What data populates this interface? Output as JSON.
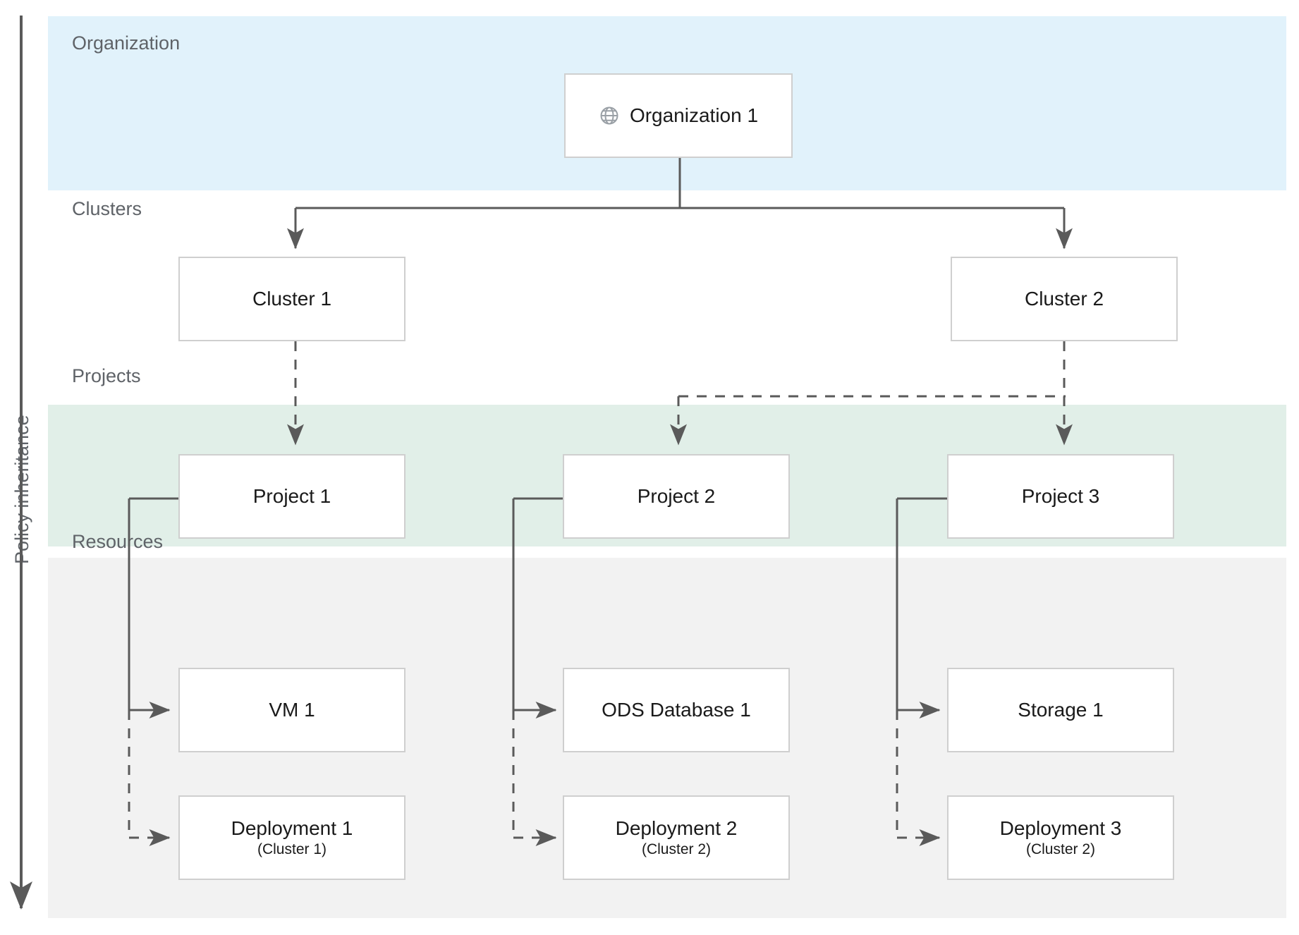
{
  "axis": {
    "label": "Policy inheritance",
    "arrow_direction": "down",
    "icon": "down-arrow-icon"
  },
  "bands": [
    {
      "key": "organization",
      "label": "Organization",
      "color": "#e1f2fb"
    },
    {
      "key": "clusters",
      "label": "Clusters",
      "color": "#ffffff"
    },
    {
      "key": "projects",
      "label": "Projects",
      "color": "#e1efe8"
    },
    {
      "key": "resources",
      "label": "Resources",
      "color": "#f2f2f2"
    }
  ],
  "nodes": {
    "organization": {
      "title": "Organization 1",
      "icon": "globe-icon"
    },
    "cluster1": {
      "title": "Cluster 1"
    },
    "cluster2": {
      "title": "Cluster 2"
    },
    "project1": {
      "title": "Project 1"
    },
    "project2": {
      "title": "Project 2"
    },
    "project3": {
      "title": "Project 3"
    },
    "vm1": {
      "title": "VM 1"
    },
    "ods1": {
      "title": "ODS Database 1"
    },
    "storage1": {
      "title": "Storage 1"
    },
    "deployment1": {
      "title": "Deployment 1",
      "sub": "(Cluster 1)"
    },
    "deployment2": {
      "title": "Deployment 2",
      "sub": "(Cluster 2)"
    },
    "deployment3": {
      "title": "Deployment 3",
      "sub": "(Cluster 2)"
    }
  },
  "edges": [
    {
      "from": "organization",
      "to": "cluster1",
      "style": "solid"
    },
    {
      "from": "organization",
      "to": "cluster2",
      "style": "solid"
    },
    {
      "from": "cluster1",
      "to": "project1",
      "style": "dashed"
    },
    {
      "from": "cluster2",
      "to": "project2",
      "style": "dashed"
    },
    {
      "from": "cluster2",
      "to": "project3",
      "style": "dashed"
    },
    {
      "from": "project1",
      "to": "vm1",
      "style": "solid"
    },
    {
      "from": "project1",
      "to": "deployment1",
      "style": "dashed"
    },
    {
      "from": "project2",
      "to": "ods1",
      "style": "solid"
    },
    {
      "from": "project2",
      "to": "deployment2",
      "style": "dashed"
    },
    {
      "from": "project3",
      "to": "storage1",
      "style": "solid"
    },
    {
      "from": "project3",
      "to": "deployment3",
      "style": "dashed"
    }
  ],
  "colors": {
    "organization_band": "#e1f2fb",
    "projects_band": "#e1efe8",
    "resources_band": "#f2f2f2",
    "node_border": "#cfcfcf",
    "edge": "#5a5a5a",
    "label_text": "#5f6368",
    "node_text": "#1a1a1a"
  }
}
